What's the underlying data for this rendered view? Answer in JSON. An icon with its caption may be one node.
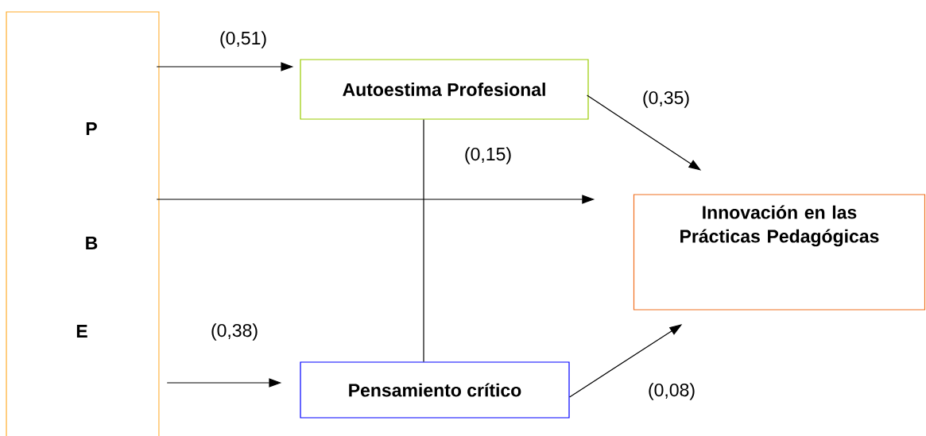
{
  "diagram": {
    "nodes": [
      {
        "text": [
          "P",
          "B",
          "E"
        ]
      },
      {
        "text": [
          "Autoestima Profesional"
        ]
      },
      {
        "text": [
          "Innovación en las Prácticas Pedagógicas"
        ]
      },
      {
        "text": [
          "Pensamiento crítico"
        ]
      }
    ],
    "edges": [
      {
        "from": 0,
        "to": 1,
        "arrow": "to",
        "label": "(0,51)"
      },
      {
        "from": 1,
        "to": 2,
        "arrow": "to",
        "label": "(0,35)"
      },
      {
        "from": 0,
        "to": 2,
        "arrow": "to",
        "label": "(0,15)"
      },
      {
        "from": 0,
        "to": 3,
        "arrow": "to",
        "label": "(0,38)"
      },
      {
        "from": 3,
        "to": 2,
        "arrow": "to",
        "label": "(0,08)"
      },
      {
        "from": 1,
        "to": 3,
        "arrow": "none"
      }
    ]
  }
}
